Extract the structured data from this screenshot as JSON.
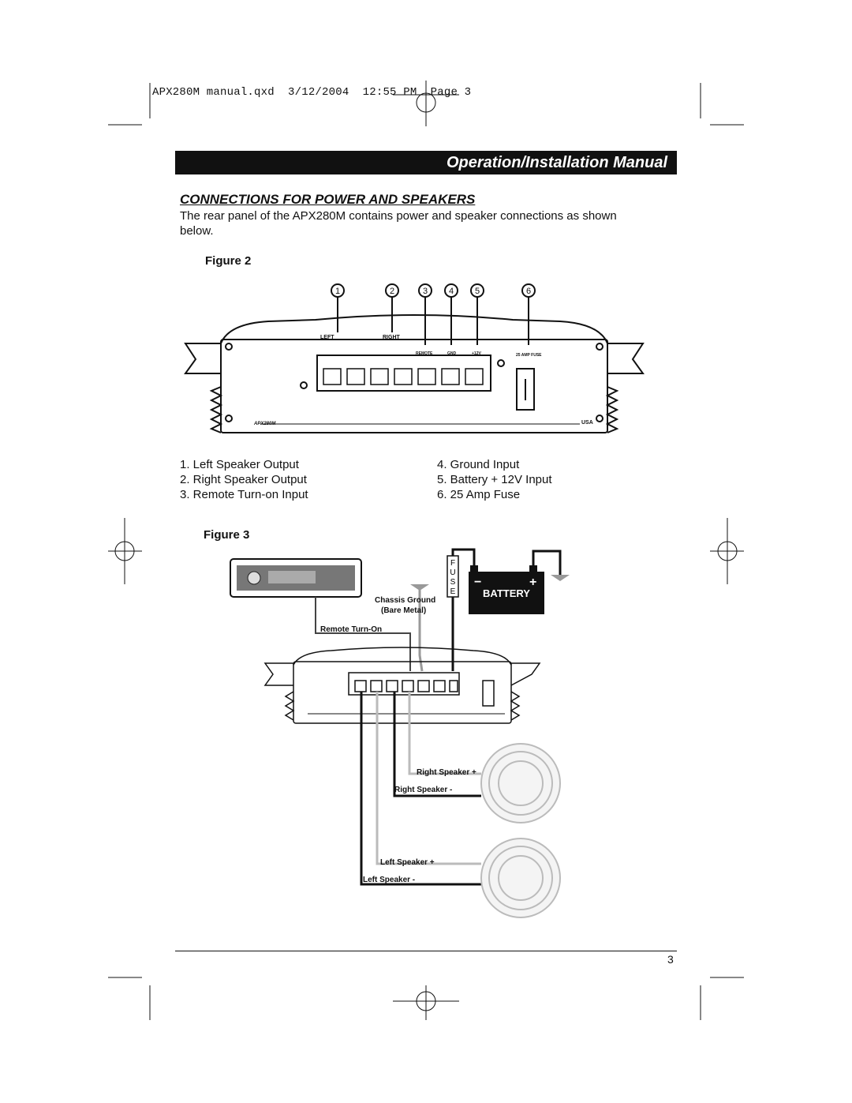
{
  "slug": "APX280M manual.qxd  3/12/2004  12:55 PM  Page 3",
  "header": {
    "title": "Operation/Installation Manual"
  },
  "section": {
    "title": "CONNECTIONS FOR POWER AND SPEAKERS",
    "intro": "The rear panel of the APX280M contains power and speaker connections as shown below."
  },
  "figure2": {
    "label": "Figure 2",
    "callouts": [
      "1",
      "2",
      "3",
      "4",
      "5",
      "6"
    ],
    "panel_labels": {
      "left": "LEFT",
      "right": "RIGHT",
      "remote": "REMOTE",
      "gnd": "GND",
      "plus12": "+12V",
      "fuse": "25 AMP FUSE",
      "model": "APX280M",
      "usa": "USA"
    }
  },
  "legend": {
    "left_col": [
      "1. Left Speaker Output",
      "2. Right Speaker Output",
      "3. Remote Turn-on Input"
    ],
    "right_col": [
      "4. Ground Input",
      "5. Battery + 12V Input",
      "6. 25 Amp Fuse"
    ]
  },
  "figure3": {
    "label": "Figure 3",
    "fuse_letters": [
      "F",
      "U",
      "S",
      "E"
    ],
    "battery": {
      "label": "BATTERY",
      "minus": "−",
      "plus": "+"
    },
    "chassis_ground": [
      "Chassis Ground",
      "(Bare Metal)"
    ],
    "remote_turn_on": "Remote Turn-On",
    "right_speaker_plus": "Right Speaker +",
    "right_speaker_minus": "Right Speaker -",
    "left_speaker_plus": "Left Speaker +",
    "left_speaker_minus": "Left Speaker -"
  },
  "page_number": "3"
}
